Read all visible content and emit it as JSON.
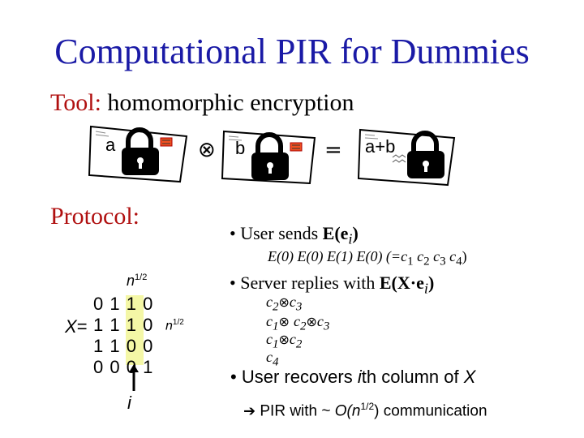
{
  "title": "Computational PIR for Dummies",
  "tool": {
    "label": "Tool:",
    "text": "homomorphic encryption"
  },
  "envelopes": {
    "a": "a",
    "b": "b",
    "ab": "a+b",
    "times": "⊗",
    "equals": "="
  },
  "protocol": {
    "label": "Protocol:"
  },
  "bullets": {
    "b1_prefix": "• User sends ",
    "b1_main": "E(e",
    "b1_sub": "i",
    "b1_end": ")",
    "b1_detail": "E(0) E(0) E(1) E(0) (=c",
    "b1_detail_tail": ")",
    "b2_prefix": "• Server replies with ",
    "b2_main": "E(X·e",
    "b2_sub": "i",
    "b2_end": ")",
    "b3": "• User recovers ",
    "b3_i": "i",
    "b3_tail": "th column of ",
    "b3_x": "X"
  },
  "c_subs": [
    "1",
    "2",
    "3",
    "4"
  ],
  "replies": [
    [
      "c",
      "2",
      "⊗",
      "c",
      "3"
    ],
    [
      "c",
      "1",
      "⊗ ",
      "c",
      "2",
      "⊗",
      "c",
      "3"
    ],
    [
      "c",
      "1",
      "⊗",
      "c",
      "2"
    ],
    [
      "c",
      "4"
    ]
  ],
  "matrix": {
    "label": "X=",
    "rows": [
      [
        "0",
        "1",
        "1",
        "0"
      ],
      [
        "1",
        "1",
        "1",
        "0"
      ],
      [
        "1",
        "1",
        "0",
        "0"
      ],
      [
        "0",
        "0",
        "0",
        "1"
      ]
    ],
    "n_top": "n",
    "n_right": "n",
    "exp": "1/2",
    "index_label": "i"
  },
  "conclusion": {
    "arrow": "➔",
    "text": "PIR with ~ ",
    "o": "O(",
    "n": "n",
    "exp": "1/2",
    "tail": ") communication"
  },
  "colors": {
    "title": "#1a1aa6",
    "label_red": "#b01010",
    "highlight": "#f4f7a6"
  }
}
